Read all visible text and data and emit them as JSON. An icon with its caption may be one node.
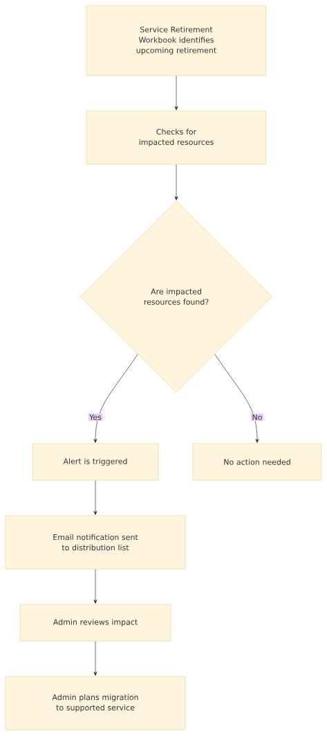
{
  "diagram": {
    "nodes": [
      {
        "text": [
          "Service Retirement Workbook identifies upcoming retirement"
        ]
      },
      {
        "text": [
          "Checks for impacted resources"
        ]
      },
      {
        "text": [
          "Are impacted resources found?"
        ]
      },
      {
        "text": [
          "Alert is triggered"
        ]
      },
      {
        "text": [
          "No action needed"
        ]
      },
      {
        "text": [
          "Email notification sent to distribution list"
        ]
      },
      {
        "text": [
          "Admin reviews impact"
        ]
      },
      {
        "text": [
          "Admin plans migration to supported service"
        ]
      }
    ],
    "edges": [
      {
        "from": 0,
        "to": 1,
        "arrow": "to"
      },
      {
        "from": 1,
        "to": 2,
        "arrow": "to"
      },
      {
        "from": 2,
        "to": 3,
        "arrow": "to",
        "label": "Yes"
      },
      {
        "from": 2,
        "to": 4,
        "arrow": "to",
        "label": "No"
      },
      {
        "from": 3,
        "to": 5,
        "arrow": "to"
      },
      {
        "from": 5,
        "to": 6,
        "arrow": "to"
      },
      {
        "from": 6,
        "to": 7,
        "arrow": "to"
      }
    ]
  }
}
